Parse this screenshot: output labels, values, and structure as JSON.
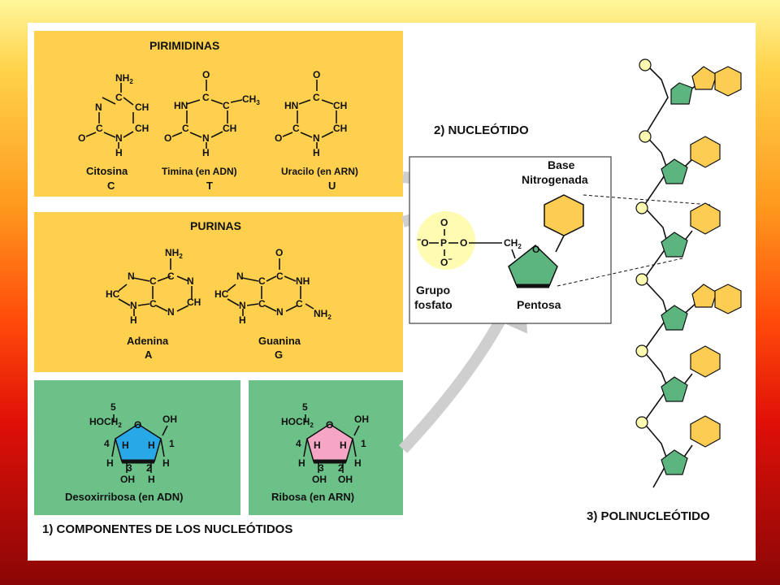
{
  "pyrimidines": {
    "title": "PIRIMIDINAS",
    "cytosine": {
      "name": "Citosina",
      "letter": "C",
      "nh2": "NH",
      "nh2_sub": "2",
      "n3": "N",
      "c4": "C",
      "c5h": "CH",
      "c6h": "CH",
      "n1h": "N",
      "c2": "C",
      "o2": "O",
      "h": "H"
    },
    "thymine": {
      "name": "Timina (en ADN)",
      "letter": "T",
      "o4": "O",
      "hn3": "HN",
      "c4": "C",
      "c5": "C",
      "ch3": "CH",
      "ch3_sub": "3",
      "c2": "C",
      "o2": "O",
      "n1": "N",
      "c6h": "CH",
      "h": "H"
    },
    "uracil": {
      "name": "Uracilo (en ARN)",
      "letter": "U",
      "o4": "O",
      "hn3": "HN",
      "c4": "C",
      "c5h": "CH",
      "c2": "C",
      "o2": "O",
      "n1": "N",
      "c6h": "CH",
      "h": "H"
    }
  },
  "purines": {
    "title": "PURINAS",
    "adenine": {
      "name": "Adenina",
      "letter": "A",
      "nh2": "NH",
      "nh2_sub": "2",
      "n7": "N",
      "c5": "C",
      "c6": "C",
      "n1": "N",
      "hc8": "HC",
      "c4": "C",
      "c2h": "CH",
      "n9": "N",
      "n3": "N",
      "h": "H"
    },
    "guanine": {
      "name": "Guanina",
      "letter": "G",
      "o6": "O",
      "n7": "N",
      "c5": "C",
      "c6": "C",
      "nh1": "NH",
      "hc8": "HC",
      "c4": "C",
      "c2": "C",
      "nh2": "NH",
      "nh2_sub": "2",
      "n9": "N",
      "n3": "N",
      "h": "H"
    }
  },
  "deoxyribose": {
    "name": "Desoxirribosa (en ADN)",
    "hoch2": "HOCH",
    "sub2": "2",
    "o": "O",
    "oh1": "OH",
    "oh3": "OH",
    "h2": "H",
    "h": "H",
    "num5": "5",
    "num4": "4",
    "num3": "3",
    "num2": "2",
    "num1": "1"
  },
  "ribose": {
    "name": "Ribosa (en ARN)",
    "hoch2": "HOCH",
    "sub2": "2",
    "o": "O",
    "oh1": "OH",
    "oh3": "OH",
    "oh2": "OH",
    "h": "H",
    "num5": "5",
    "num4": "4",
    "num3": "3",
    "num2": "2",
    "num1": "1"
  },
  "section1": "1) COMPONENTES DE LOS NUCLEÓTIDOS",
  "section2": "2) NUCLEÓTIDO",
  "section3": "3) POLINUCLEÓTIDO",
  "nucleotide": {
    "base_line1": "Base",
    "base_line2": "Nitrogenada",
    "phosphate_line1": "Grupo",
    "phosphate_line2": "fosfato",
    "pentose": "Pentosa",
    "p": "P",
    "o": "O",
    "o_minus": "O",
    "minus": "−",
    "ch2": "CH",
    "ch2_sub": "2",
    "ring_o": "O"
  },
  "colors": {
    "yellow_panel": "#ffd04d",
    "green_panel": "#6cc189",
    "hexagon": "#fdcc52",
    "pentagon": "#5cb57e",
    "deoxyribose_fill": "#29a8e8",
    "ribose_fill": "#f4a6c4",
    "phosphate_circle": "#fffbb0"
  }
}
